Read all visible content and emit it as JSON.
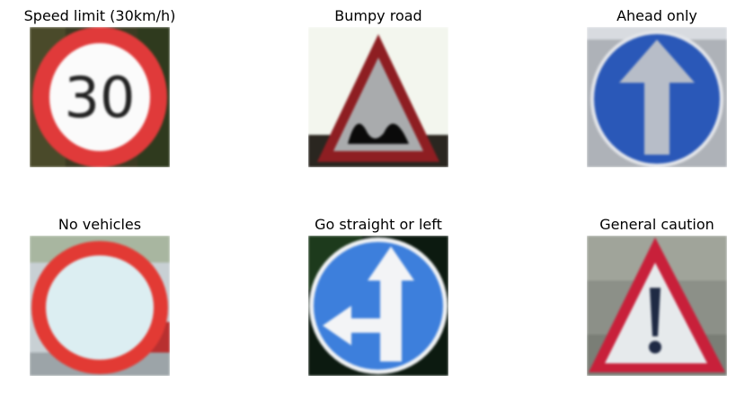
{
  "grid": {
    "rows": [
      [
        {
          "title": "Speed limit (30km/h)",
          "kind": "speed-limit",
          "sign_text": "30"
        },
        {
          "title": "Bumpy road",
          "kind": "bumpy-road"
        },
        {
          "title": "Ahead only",
          "kind": "ahead-only"
        }
      ],
      [
        {
          "title": "No vehicles",
          "kind": "no-vehicles"
        },
        {
          "title": "Go straight or left",
          "kind": "go-straight-or-left"
        },
        {
          "title": "General caution",
          "kind": "general-caution"
        }
      ]
    ]
  },
  "colors": {
    "sign_red": "#d42a2a",
    "sign_blue": "#2f5fc4",
    "sign_white": "#f5f5f5"
  }
}
